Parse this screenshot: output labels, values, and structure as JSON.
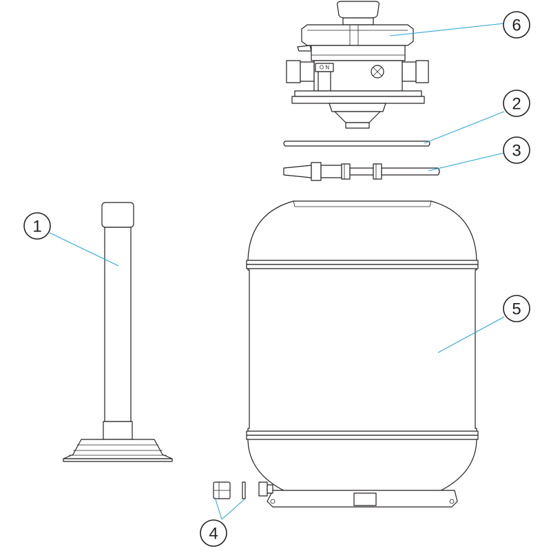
{
  "callouts": [
    {
      "id": "1",
      "number": "1"
    },
    {
      "id": "2",
      "number": "2"
    },
    {
      "id": "3",
      "number": "3"
    },
    {
      "id": "4",
      "number": "4"
    },
    {
      "id": "5",
      "number": "5"
    },
    {
      "id": "6",
      "number": "6"
    }
  ],
  "valve_label": "O N",
  "colors": {
    "outline": "#231f20",
    "leader": "#2aa6d5",
    "background": "#ffffff"
  }
}
